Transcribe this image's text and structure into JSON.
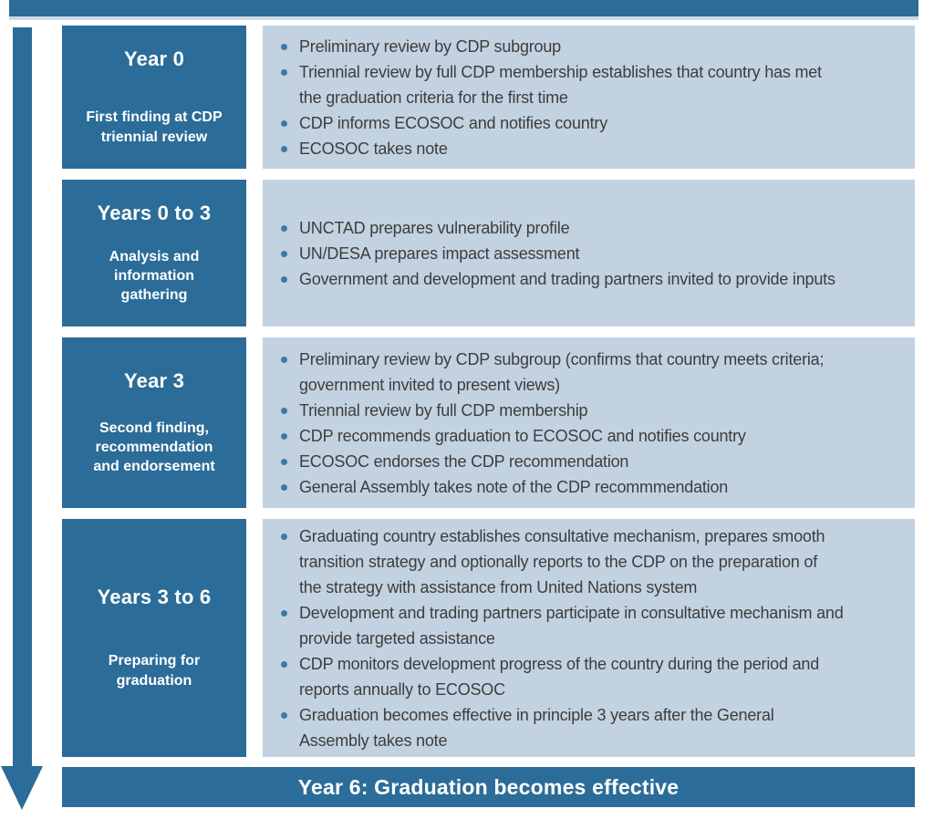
{
  "palette": {
    "primary_blue": "#2b6c98",
    "panel_blue": "#c3d2e1",
    "bullet_blue": "#3a79a9",
    "text_dark": "#3d3d3d",
    "text_white": "#ffffff",
    "header_underline": "#ccd9e7"
  },
  "icons": {
    "timeline_arrow": "down-arrow"
  },
  "rows": [
    {
      "period": "Year 0",
      "phase": "First finding at CDP triennial review",
      "items": [
        "Preliminary review by CDP subgroup",
        "Triennial review by full CDP membership establishes that country has met the graduation criteria for the first time",
        "CDP informs ECOSOC and notifies country",
        "ECOSOC takes note"
      ]
    },
    {
      "period": "Years 0 to 3",
      "phase": "Analysis and information gathering",
      "items": [
        "UNCTAD prepares vulnerability profile",
        "UN/DESA prepares impact assessment",
        "Government and development and trading partners invited to provide inputs"
      ]
    },
    {
      "period": "Year 3",
      "phase": "Second finding, recommendation and endorsement",
      "items": [
        "Preliminary review by CDP subgroup (confirms that country meets criteria; government invited to present views)",
        "Triennial review by full CDP membership",
        "CDP recommends graduation to ECOSOC and notifies country",
        "ECOSOC endorses the CDP recommendation",
        "General Assembly takes note of the CDP recommmendation"
      ]
    },
    {
      "period": "Years 3 to 6",
      "phase": "Preparing for graduation",
      "items": [
        "Graduating country establishes consultative mechanism, prepares smooth transition strategy and optionally reports to the CDP on the preparation of the strategy with assistance from United Nations system",
        "Development and trading partners participate in consultative mechanism and provide targeted assistance",
        "CDP monitors development progress of the country during the period and reports annually to ECOSOC",
        "Graduation becomes effective in principle 3 years after the General Assembly takes note"
      ]
    }
  ],
  "footer": {
    "label": "Year 6: Graduation becomes effective"
  }
}
